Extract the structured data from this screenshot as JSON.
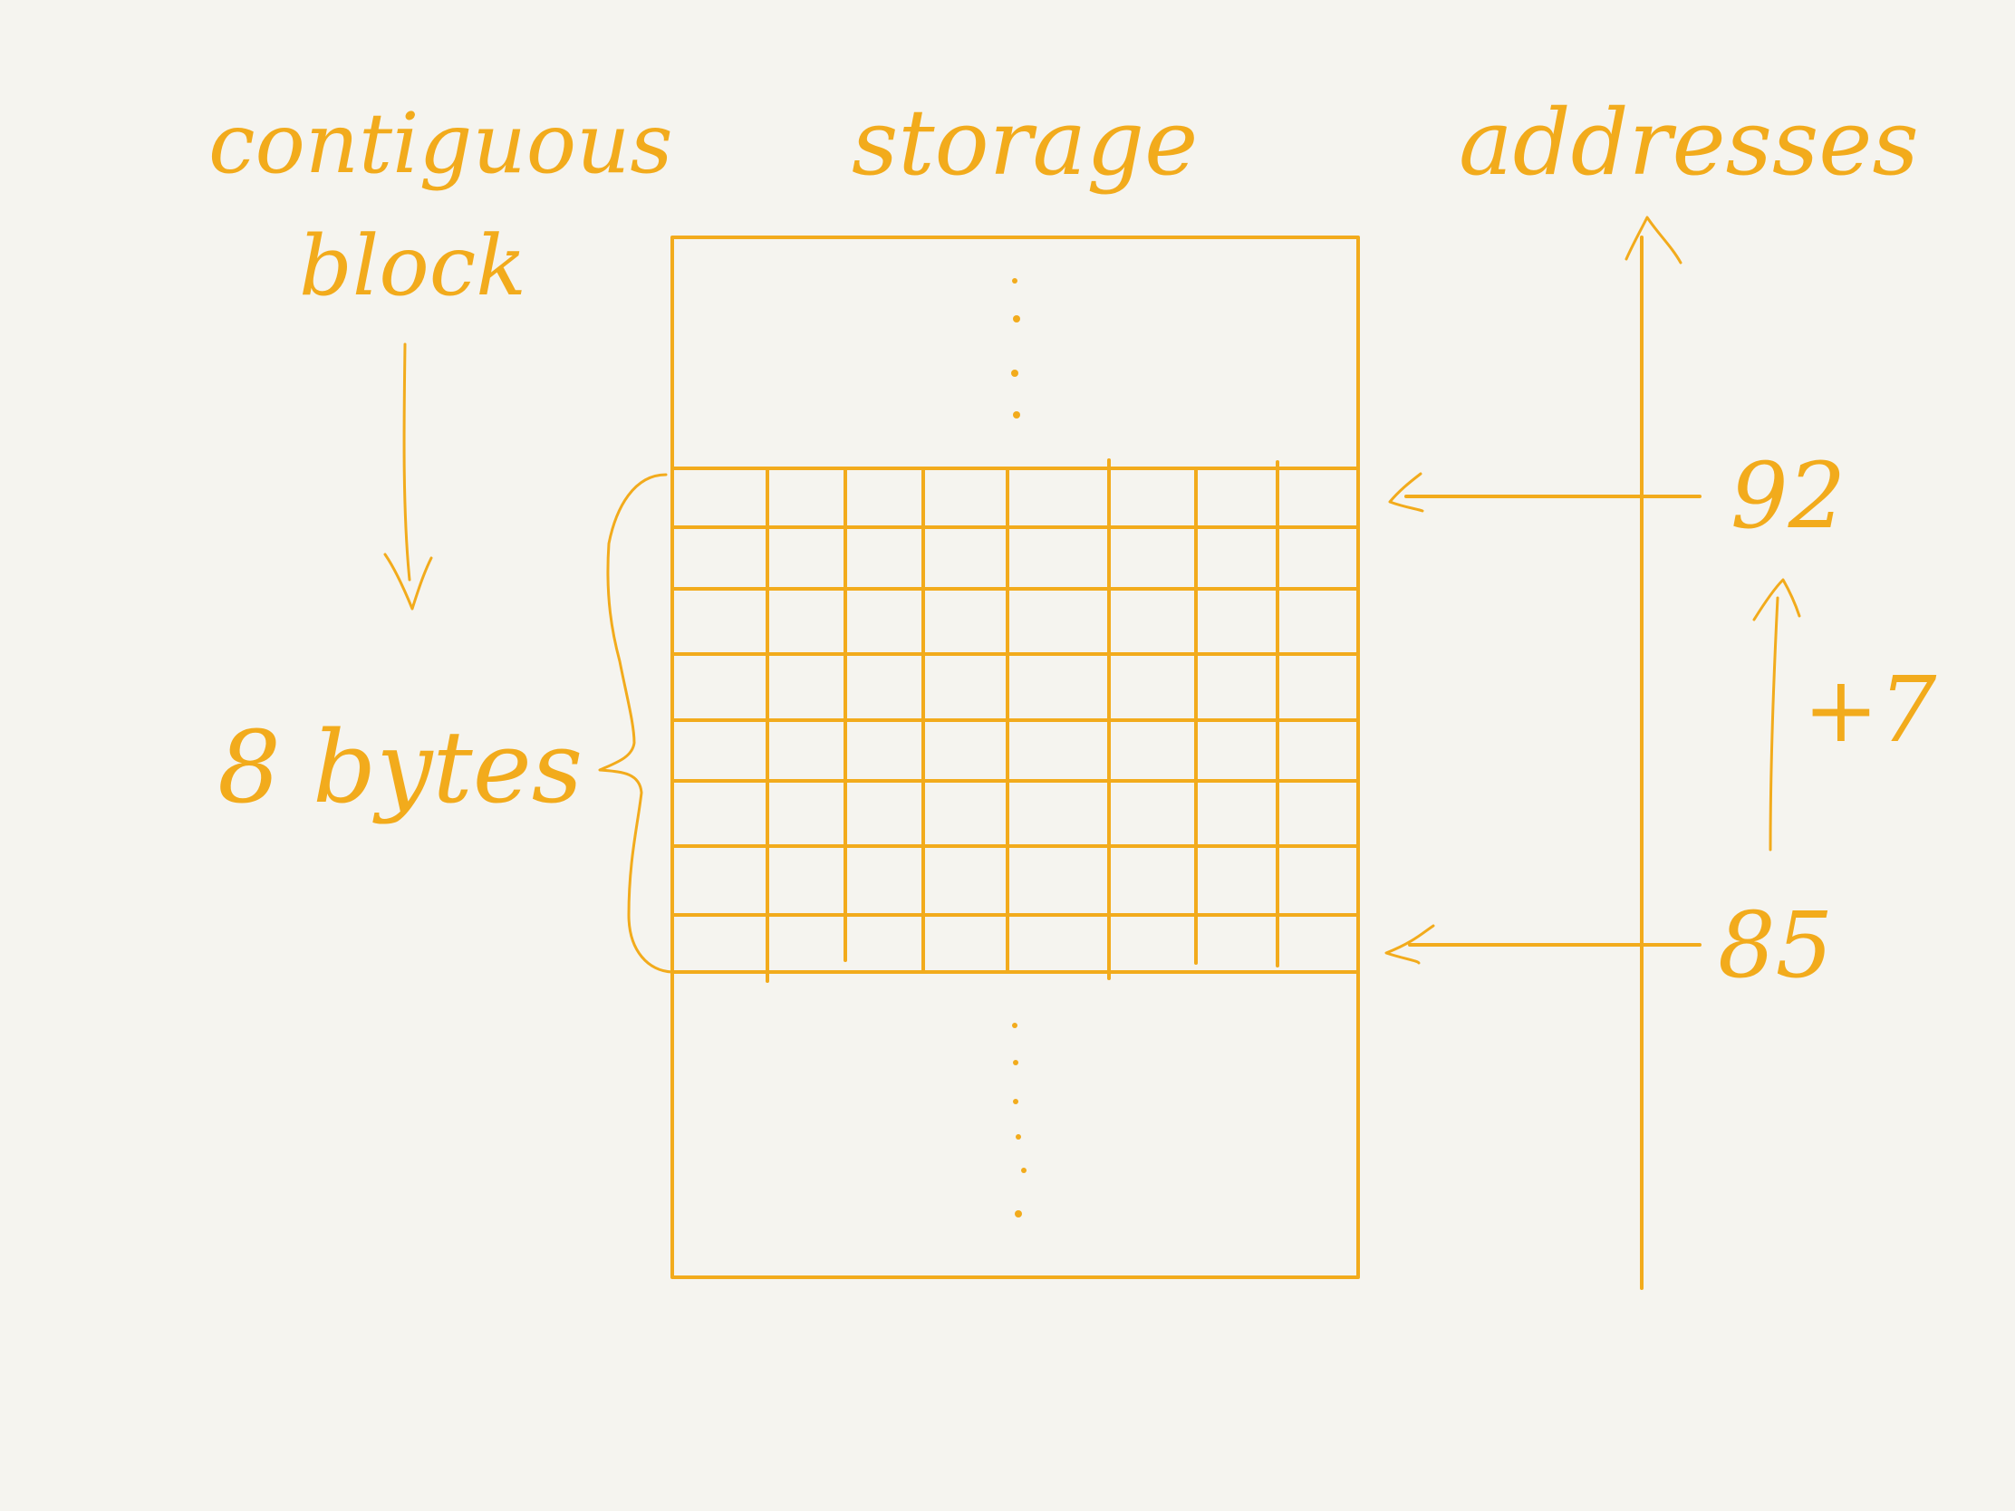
{
  "diagram": {
    "ink_color": "#f2ab1c",
    "background_color": "#f5f4ef",
    "labels": {
      "left_top_line1": "contiguous",
      "left_top_line2": "block",
      "left_bottom": "8 bytes",
      "storage": "storage",
      "addresses": "addresses",
      "address_high": "92",
      "address_low": "85",
      "offset": "+7"
    },
    "grid": {
      "rows": 8,
      "columns": 8
    },
    "icons": {
      "down_arrow": "arrow-down-icon",
      "up_arrow": "arrow-up-icon",
      "left_arrow": "arrow-left-icon",
      "brace": "curly-brace-icon",
      "ellipsis": "vertical-ellipsis-icon"
    }
  }
}
